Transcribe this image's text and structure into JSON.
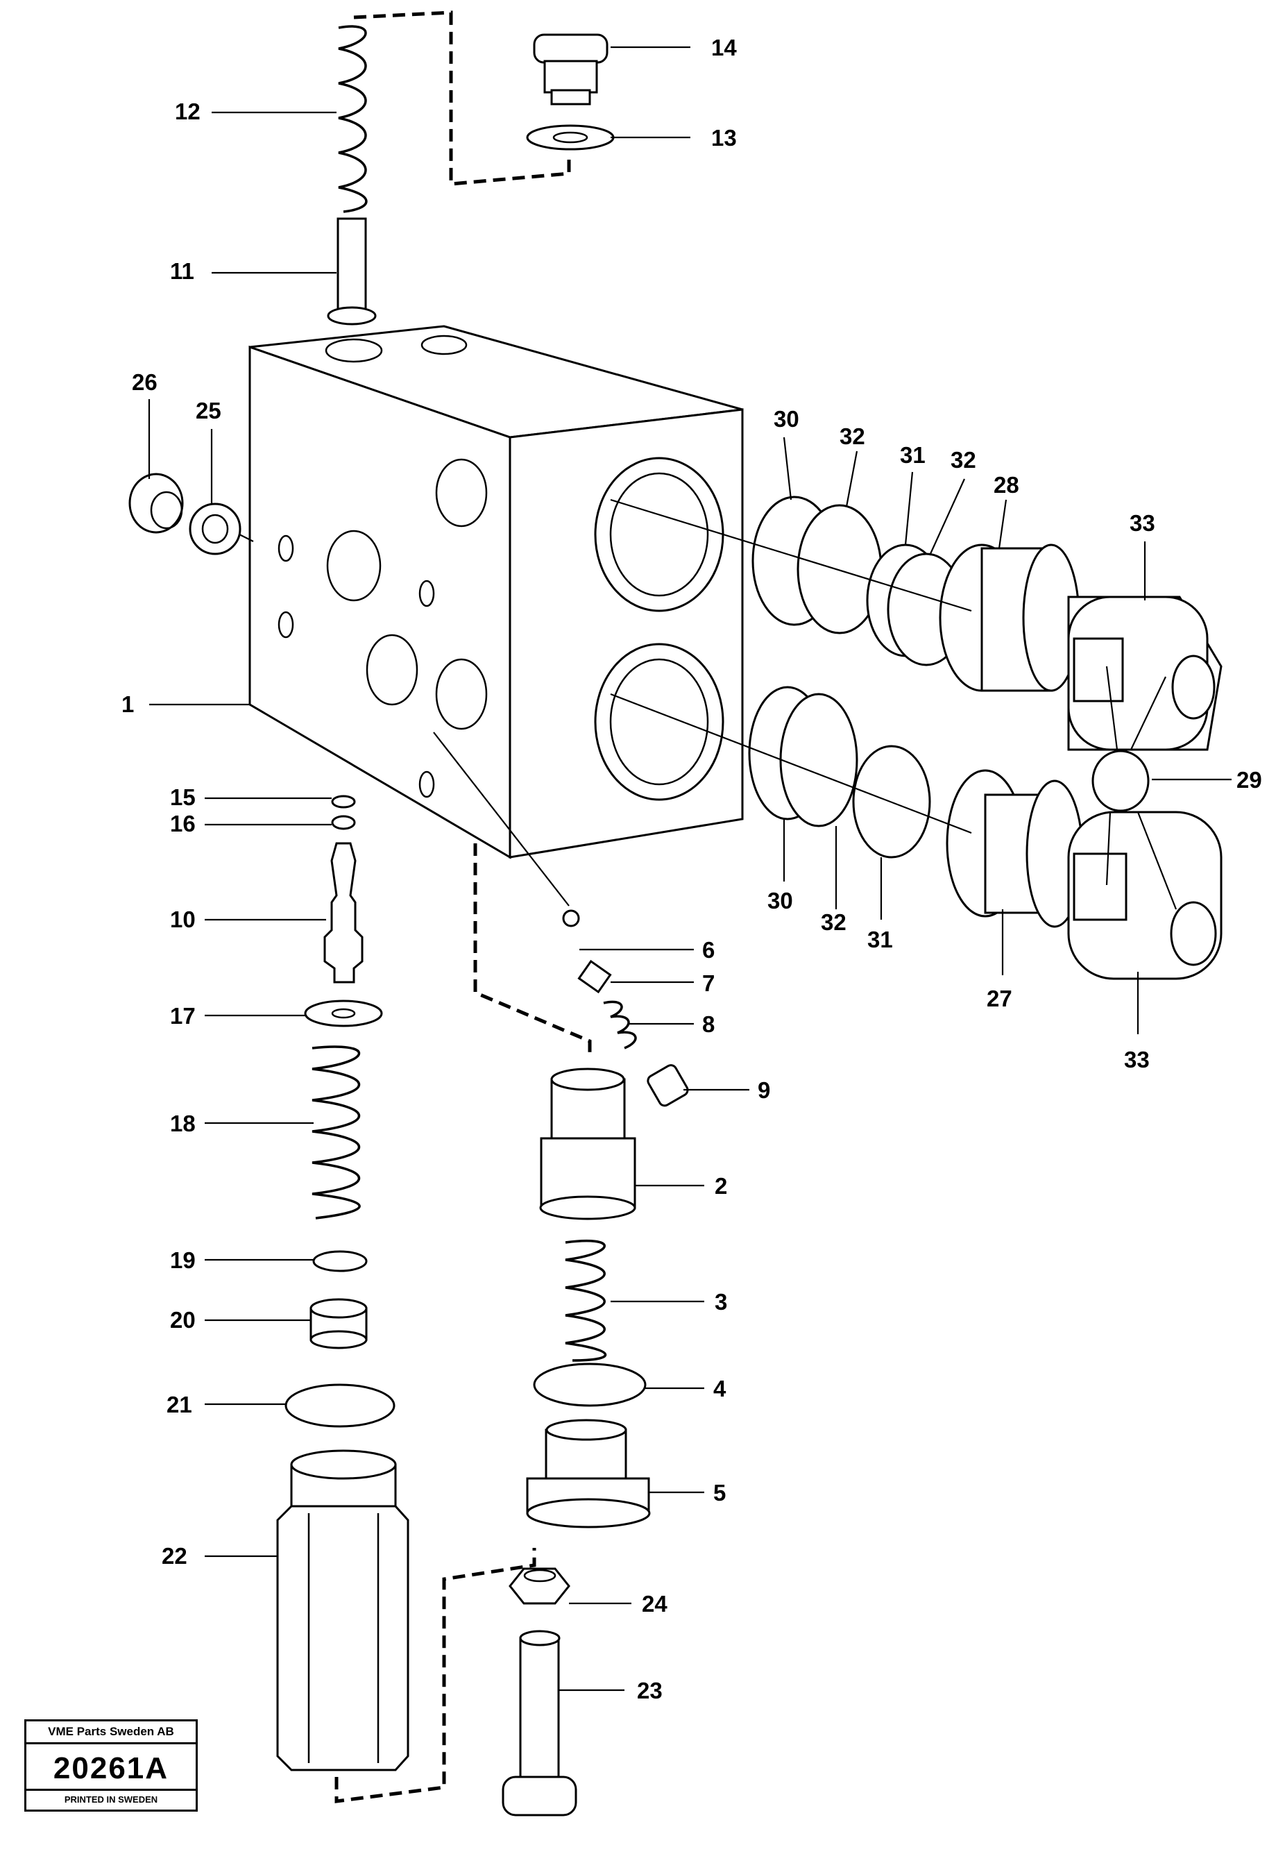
{
  "callouts": {
    "c1": "1",
    "c2": "2",
    "c3": "3",
    "c4": "4",
    "c5": "5",
    "c6": "6",
    "c7": "7",
    "c8": "8",
    "c9": "9",
    "c10": "10",
    "c11": "11",
    "c12": "12",
    "c13": "13",
    "c14": "14",
    "c15": "15",
    "c16": "16",
    "c17": "17",
    "c18": "18",
    "c19": "19",
    "c20": "20",
    "c21": "21",
    "c22": "22",
    "c23": "23",
    "c24": "24",
    "c25": "25",
    "c26": "26",
    "c27": "27",
    "c28": "28",
    "c29": "29",
    "c30": "30",
    "c31": "31",
    "c32": "32",
    "c33": "33"
  },
  "stamp": {
    "company": "VME Parts Sweden AB",
    "drawing_number": "20261A",
    "printed": "PRINTED IN SWEDEN"
  }
}
